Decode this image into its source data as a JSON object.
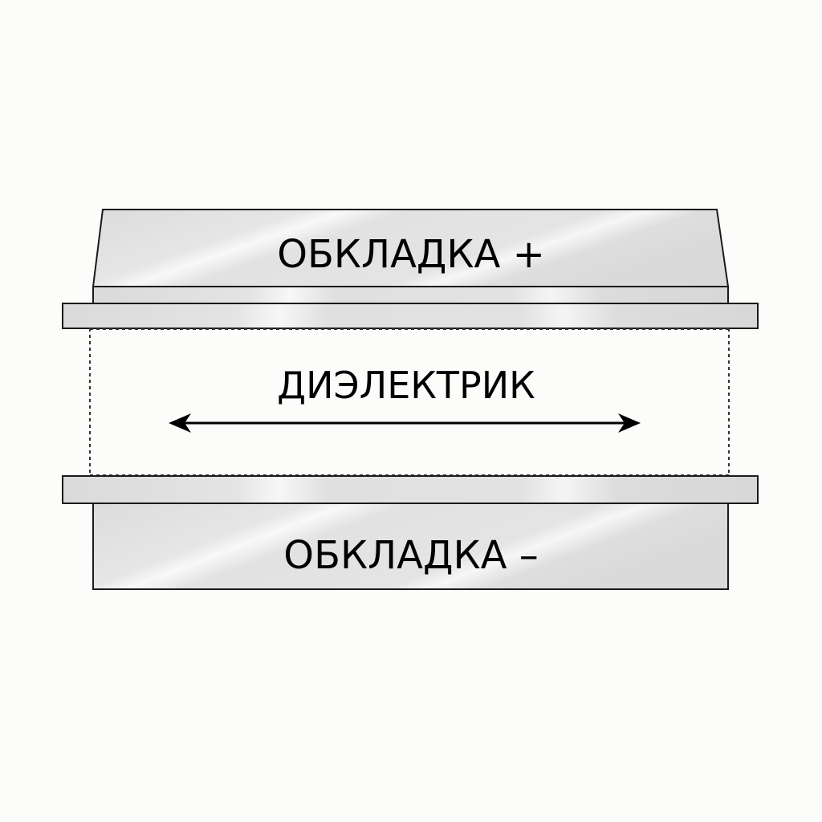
{
  "diagram": {
    "top_plate_label": "ОБКЛАДКА +",
    "dielectric_label": "ДИЭЛЕКТРИК",
    "bottom_plate_label": "ОБКЛАДКА –"
  },
  "colors": {
    "background": "#fcfcfb",
    "plate_fill": "#e2e2e2",
    "outline": "#1a1a1a",
    "text": "#000000"
  },
  "icons": {
    "dielectric_arrow": "double-headed-arrow"
  }
}
